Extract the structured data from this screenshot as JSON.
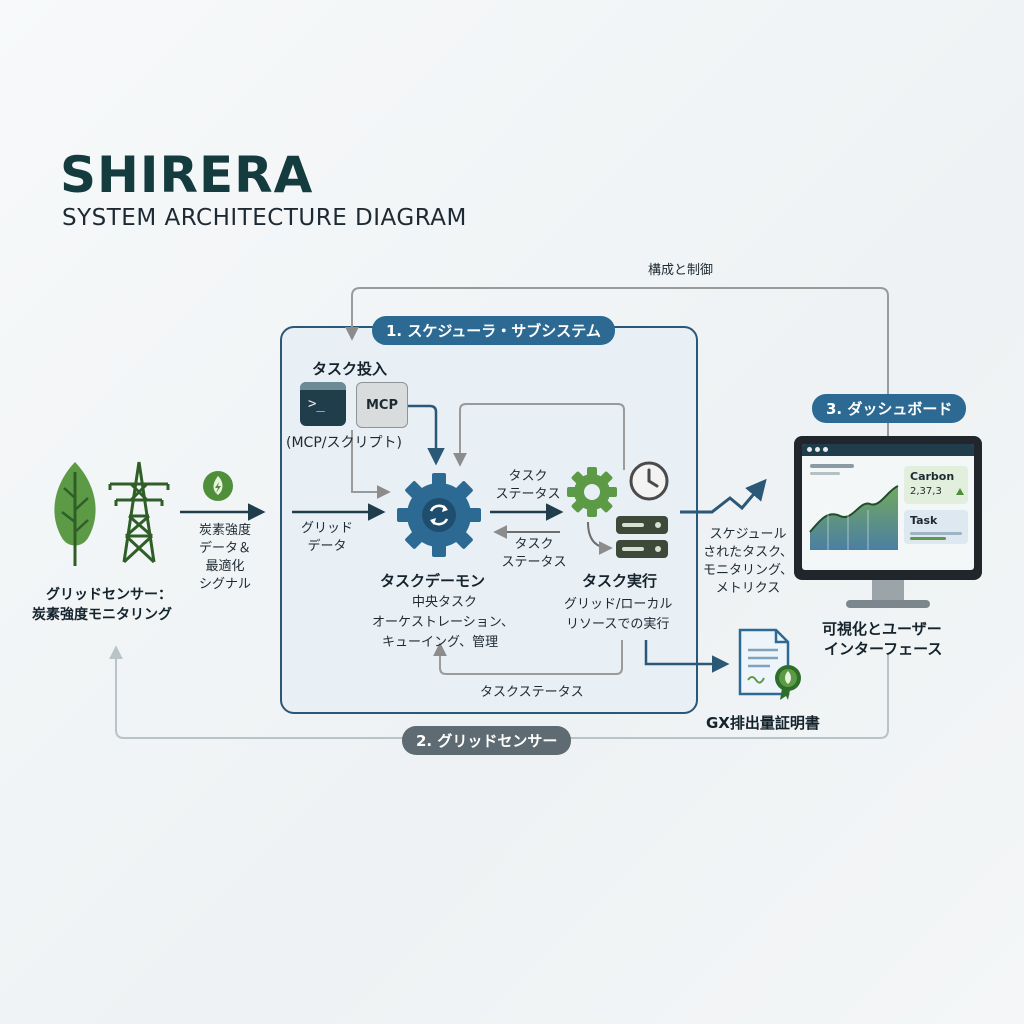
{
  "header": {
    "title": "SHIRERA",
    "subtitle": "SYSTEM ARCHITECTURE DIAGRAM"
  },
  "sections": {
    "scheduler": "1. スケジューラ・サブシステム",
    "grid_sensor": "2. グリッドセンサー",
    "dashboard": "3. ダッシュボード"
  },
  "top_flow_label": "構成と制御",
  "task_input": {
    "title": "タスク投入",
    "terminal_prompt": ">_",
    "mcp_badge": "MCP",
    "caption": "(MCP/スクリプト)"
  },
  "daemon": {
    "title": "タスクデーモン",
    "desc": [
      "中央タスク",
      "オーケストレーション、",
      "キューイング、管理"
    ]
  },
  "executor": {
    "title": "タスク実行",
    "desc": [
      "グリッド/ローカル",
      "リソースでの実行"
    ]
  },
  "arrow_labels": {
    "task_status_top": [
      "タスク",
      "ステータス"
    ],
    "task_status_back": [
      "タスク",
      "ステータス"
    ],
    "grid_data": [
      "グリッド",
      "データ"
    ],
    "carbon_signal": [
      "炭素強度",
      "データ＆",
      "最適化",
      "シグナル"
    ],
    "bottom_status": "タスクステータス",
    "to_dashboard": [
      "スケジュール",
      "されたタスク、",
      "モニタリング、",
      "メトリクス"
    ]
  },
  "grid_sensor": {
    "caption": [
      "グリッドセンサー：",
      "炭素強度モニタリング"
    ]
  },
  "dashboard": {
    "card_carbon_title": "Carbon",
    "card_carbon_value": "2,37,3",
    "card_task_title": "Task",
    "caption": [
      "可視化とユーザー",
      "インターフェース"
    ]
  },
  "certificate": {
    "caption": "GX排出量証明書"
  },
  "colors": {
    "primary": "#2d6a93",
    "dark_teal": "#143c3f",
    "green": "#4f8f3a",
    "grey_line": "#9a9a9a"
  }
}
